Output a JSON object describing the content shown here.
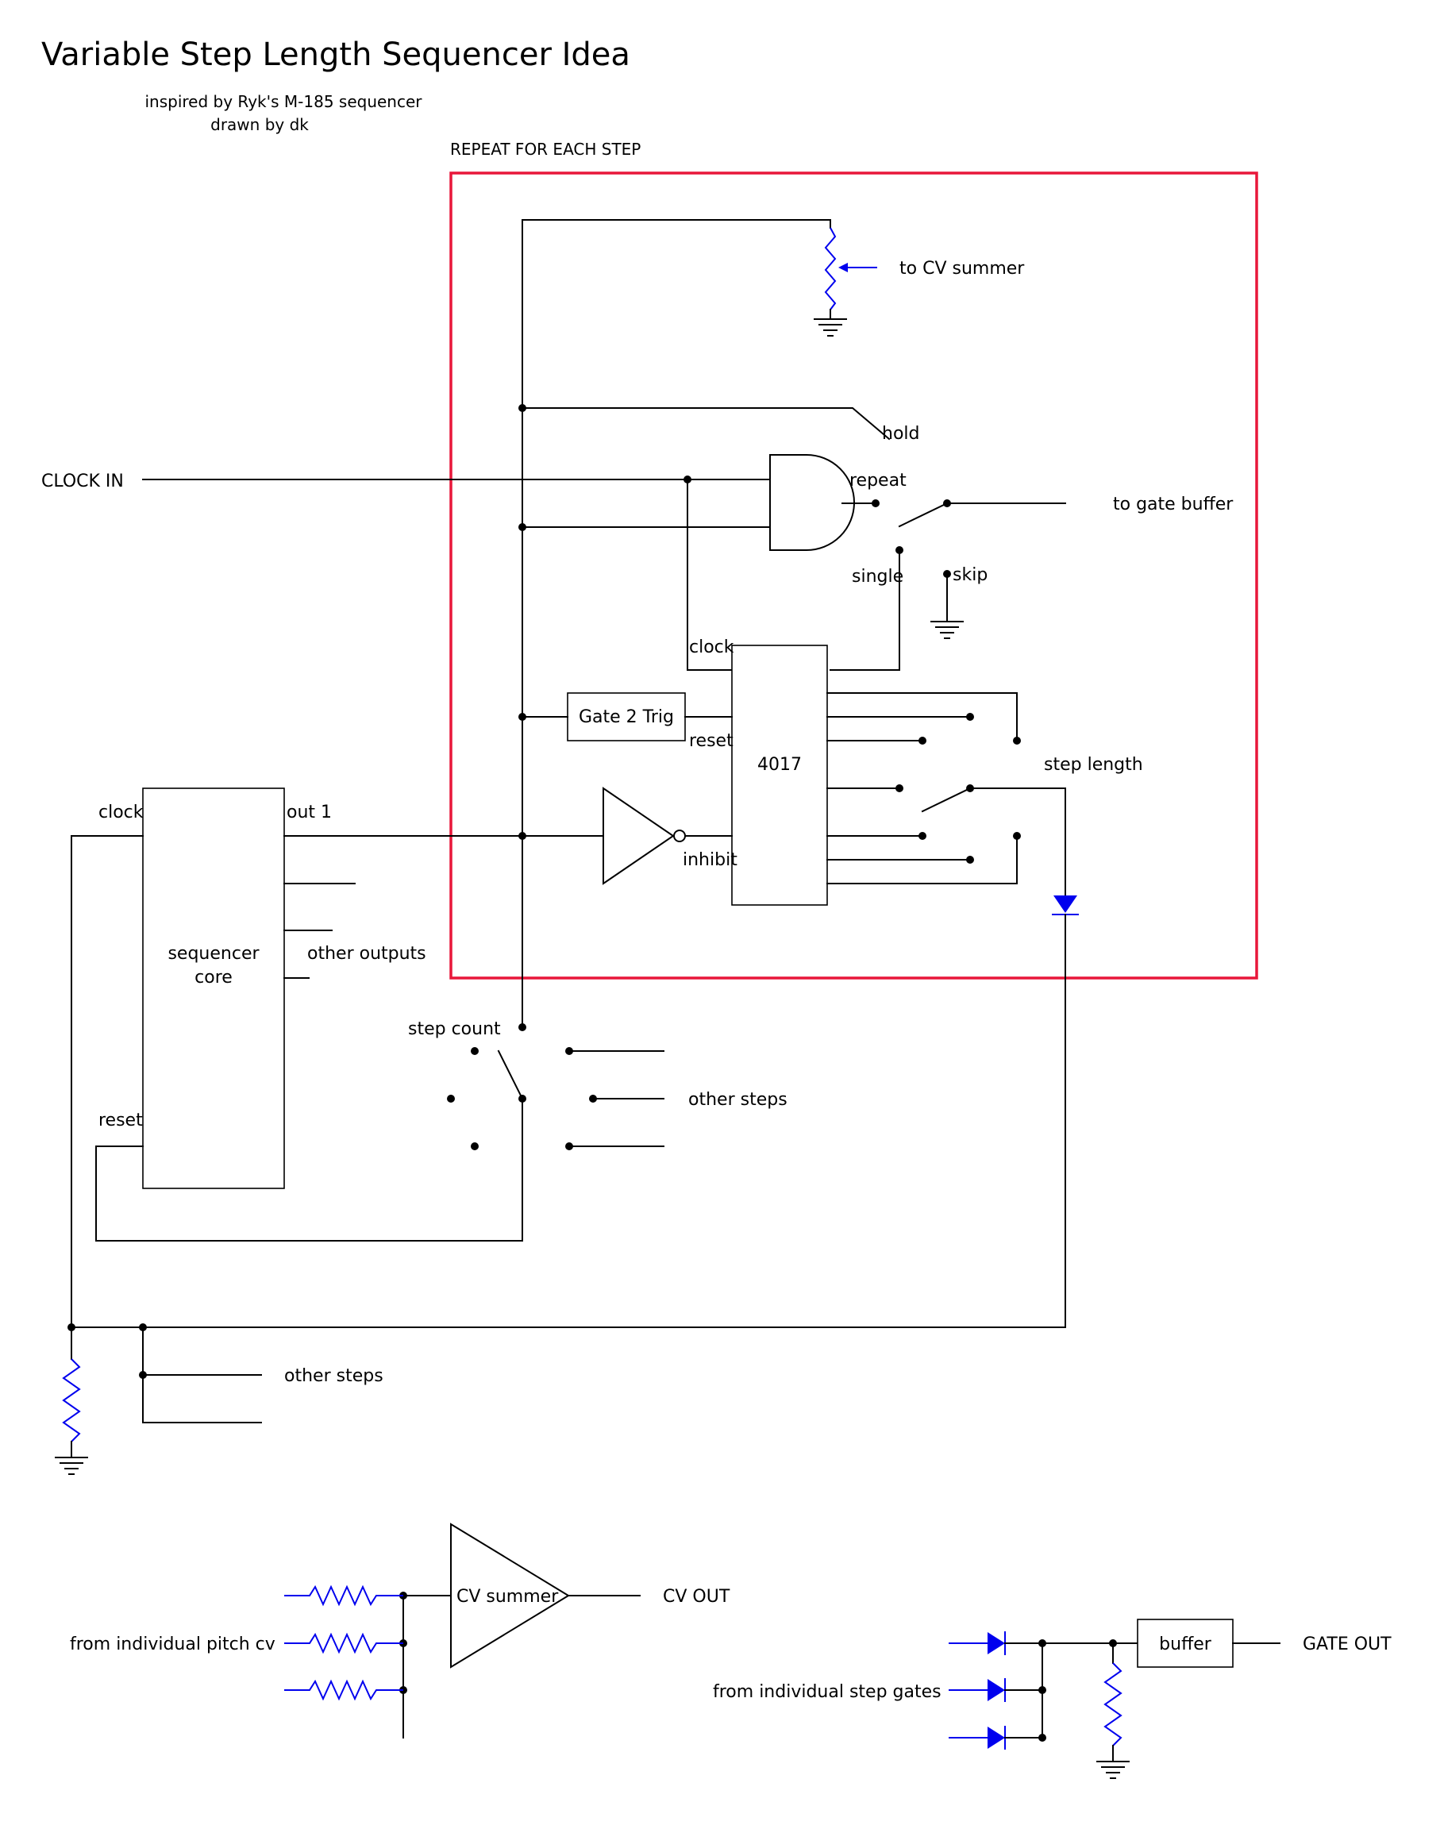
{
  "title": "Variable Step Length Sequencer Idea",
  "subtitle_lines": [
    "inspired by Ryk's M-185 sequencer",
    "drawn by dk"
  ],
  "colors": {
    "highlight_box": "#e8173a",
    "component_blue": "#0000ee",
    "wire": "#000000"
  },
  "diagram": {
    "repeat_box_label": "REPEAT FOR EACH STEP",
    "labels": {
      "clock_in": "CLOCK IN",
      "to_cv_summer": "to CV summer",
      "hold": "hold",
      "repeat": "repeat",
      "to_gate_buffer": "to gate buffer",
      "single": "single",
      "skip": "skip",
      "clock": "clock",
      "gate2trig": "Gate 2 Trig",
      "reset": "reset",
      "ic_4017": "4017",
      "step_length": "step length",
      "inhibit": "inhibit",
      "seq_clock": "clock",
      "out1": "out 1",
      "sequencer_core_1": "sequencer",
      "sequencer_core_2": "core",
      "other_outputs": "other outputs",
      "step_count": "step count",
      "other_steps_a": "other steps",
      "seq_reset": "reset",
      "other_steps_b": "other steps",
      "cv_summer": "CV summer",
      "cv_out": "CV OUT",
      "from_pitch_cv": "from individual pitch cv",
      "buffer": "buffer",
      "gate_out": "GATE OUT",
      "from_step_gates": "from individual step gates"
    }
  }
}
